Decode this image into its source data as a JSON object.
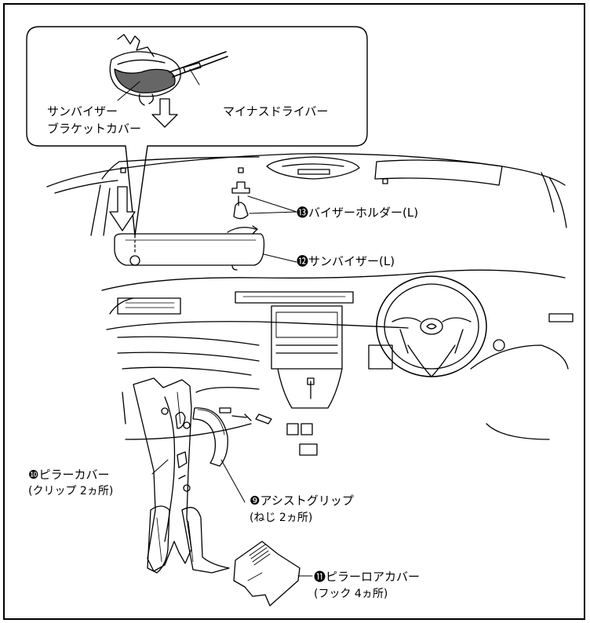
{
  "callout": {
    "sunvisor_bracket_cover": [
      "サンバイザー",
      "ブラケットカバー"
    ],
    "flathead_screwdriver": "マイナスドライバー"
  },
  "parts": {
    "visor_holder": {
      "number": "⓭",
      "name": "バイザーホルダー(L)"
    },
    "sunvisor": {
      "number": "⓬",
      "name": "サンバイザー(L)"
    },
    "pillar_cover": {
      "number": "❿",
      "name": "ピラーカバー",
      "note": "(クリップ 2ヵ所)"
    },
    "assist_grip": {
      "number": "❾",
      "name": "アシストグリップ",
      "note": "(ねじ 2ヵ所)"
    },
    "pillar_lower_cover": {
      "number": "⓫",
      "name": "ピラーロアカバー",
      "note": "(フック 4ヵ所)"
    }
  }
}
